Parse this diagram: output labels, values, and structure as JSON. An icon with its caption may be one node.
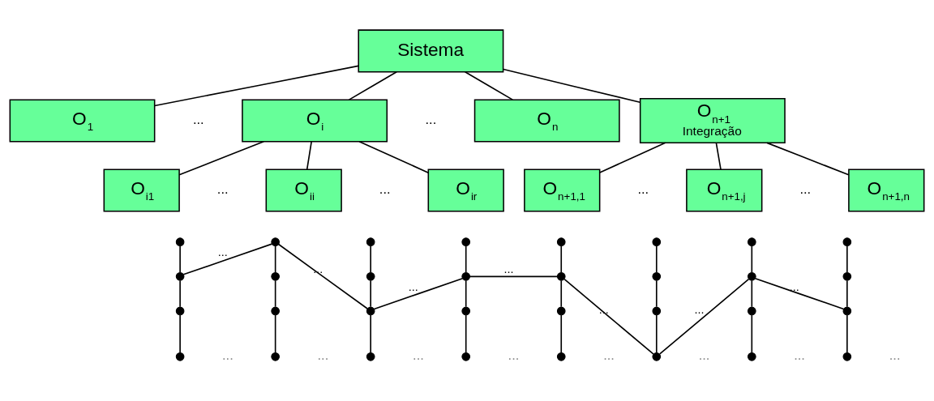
{
  "diagram": {
    "nodes": [
      {
        "text": [
          "Sistema"
        ]
      },
      {
        "text": [
          "O$_{1}$"
        ]
      },
      {
        "text": [
          "O$_{i}$"
        ]
      },
      {
        "text": [
          "O$_{n}$"
        ]
      },
      {
        "text": [
          "O$_{n+1}$",
          "Integração"
        ]
      },
      {
        "text": [
          "O$_{i1}$"
        ]
      },
      {
        "text": [
          "O$_{ii}$"
        ]
      },
      {
        "text": [
          "O$_{ir}$"
        ]
      },
      {
        "text": [
          "O$_{n+1,1}$"
        ]
      },
      {
        "text": [
          "O$_{n+1,j}$"
        ]
      },
      {
        "text": [
          "O$_{n+1,n}$"
        ]
      },
      {
        "text": [],
        "shape": "circle"
      },
      {
        "text": [],
        "shape": "circle"
      },
      {
        "text": [],
        "shape": "circle"
      },
      {
        "text": [],
        "shape": "circle"
      },
      {
        "text": [],
        "shape": "circle"
      },
      {
        "text": [],
        "shape": "circle"
      },
      {
        "text": [],
        "shape": "circle"
      },
      {
        "text": [],
        "shape": "circle"
      },
      {
        "text": [],
        "shape": "circle"
      },
      {
        "text": [],
        "shape": "circle"
      },
      {
        "text": [],
        "shape": "circle"
      },
      {
        "text": [],
        "shape": "circle"
      },
      {
        "text": [],
        "shape": "circle"
      },
      {
        "text": [],
        "shape": "circle"
      },
      {
        "text": [],
        "shape": "circle"
      },
      {
        "text": [],
        "shape": "circle"
      },
      {
        "text": [],
        "shape": "circle"
      },
      {
        "text": [],
        "shape": "circle"
      },
      {
        "text": [],
        "shape": "circle"
      },
      {
        "text": [],
        "shape": "circle"
      },
      {
        "text": [],
        "shape": "circle"
      },
      {
        "text": [],
        "shape": "circle"
      },
      {
        "text": [],
        "shape": "circle"
      },
      {
        "text": [],
        "shape": "circle"
      },
      {
        "text": [],
        "shape": "circle"
      },
      {
        "text": [],
        "shape": "circle"
      },
      {
        "text": [],
        "shape": "circle"
      },
      {
        "text": [],
        "shape": "circle"
      },
      {
        "text": [],
        "shape": "circle"
      },
      {
        "text": [],
        "shape": "circle"
      },
      {
        "text": [],
        "shape": "circle"
      },
      {
        "text": [],
        "shape": "circle"
      }
    ],
    "edges": [
      {
        "from": 0,
        "to": 1,
        "arrow": "none"
      },
      {
        "from": 0,
        "to": 2,
        "arrow": "none"
      },
      {
        "from": 0,
        "to": 3,
        "arrow": "none"
      },
      {
        "from": 0,
        "to": 4,
        "arrow": "none"
      },
      {
        "from": 2,
        "to": 5,
        "arrow": "none"
      },
      {
        "from": 2,
        "to": 6,
        "arrow": "none"
      },
      {
        "from": 2,
        "to": 7,
        "arrow": "none"
      },
      {
        "from": 4,
        "to": 8,
        "arrow": "none"
      },
      {
        "from": 4,
        "to": 9,
        "arrow": "none"
      },
      {
        "from": 4,
        "to": 10,
        "arrow": "none"
      },
      {
        "from": 11,
        "to": 12,
        "arrow": "none"
      },
      {
        "from": 12,
        "to": 13,
        "arrow": "none"
      },
      {
        "from": 13,
        "to": 14,
        "arrow": "none"
      },
      {
        "from": 15,
        "to": 16,
        "arrow": "none"
      },
      {
        "from": 16,
        "to": 17,
        "arrow": "none"
      },
      {
        "from": 17,
        "to": 18,
        "arrow": "none"
      },
      {
        "from": 19,
        "to": 20,
        "arrow": "none"
      },
      {
        "from": 20,
        "to": 21,
        "arrow": "none"
      },
      {
        "from": 21,
        "to": 22,
        "arrow": "none"
      },
      {
        "from": 23,
        "to": 24,
        "arrow": "none"
      },
      {
        "from": 24,
        "to": 25,
        "arrow": "none"
      },
      {
        "from": 25,
        "to": 26,
        "arrow": "none"
      },
      {
        "from": 27,
        "to": 28,
        "arrow": "none"
      },
      {
        "from": 28,
        "to": 29,
        "arrow": "none"
      },
      {
        "from": 29,
        "to": 30,
        "arrow": "none"
      },
      {
        "from": 31,
        "to": 32,
        "arrow": "none"
      },
      {
        "from": 32,
        "to": 33,
        "arrow": "none"
      },
      {
        "from": 33,
        "to": 34,
        "arrow": "none"
      },
      {
        "from": 35,
        "to": 36,
        "arrow": "none"
      },
      {
        "from": 36,
        "to": 37,
        "arrow": "none"
      },
      {
        "from": 37,
        "to": 38,
        "arrow": "none"
      },
      {
        "from": 39,
        "to": 40,
        "arrow": "none"
      },
      {
        "from": 40,
        "to": 41,
        "arrow": "none"
      },
      {
        "from": 41,
        "to": 42,
        "arrow": "none"
      },
      {
        "from": 12,
        "to": 15,
        "arrow": "none",
        "label": "..."
      },
      {
        "from": 15,
        "to": 21,
        "arrow": "none",
        "label": "..."
      },
      {
        "from": 21,
        "to": 24,
        "arrow": "none",
        "label": "..."
      },
      {
        "from": 24,
        "to": 28,
        "arrow": "none",
        "label": "..."
      },
      {
        "from": 28,
        "to": 34,
        "arrow": "none",
        "label": "..."
      },
      {
        "from": 34,
        "to": 36,
        "arrow": "none",
        "label": "..."
      },
      {
        "from": 36,
        "to": 41,
        "arrow": "none",
        "label": "..."
      }
    ],
    "labels": [
      "...",
      "...",
      "...",
      "...",
      "...",
      "...",
      "...",
      "...",
      "...",
      "...",
      "...",
      "...",
      "...",
      "..."
    ]
  }
}
